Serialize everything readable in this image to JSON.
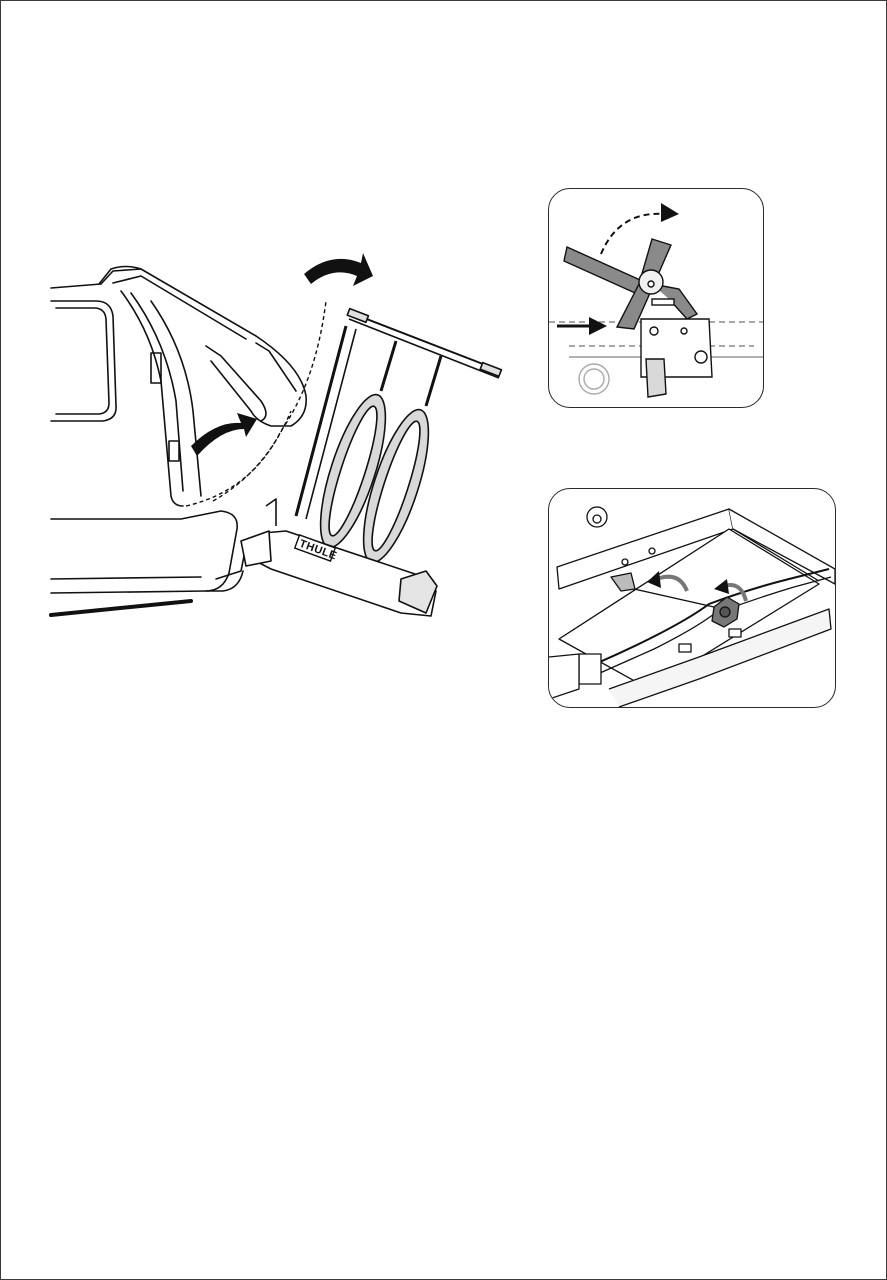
{
  "document": {
    "type": "assembly-instruction-page",
    "background": "#ffffff",
    "border_color": "#3a3a3a"
  },
  "main_illustration": {
    "subject": "car-rear-with-tilting-bike-carrier",
    "brand_label": "THULE",
    "arrows": [
      {
        "name": "tailgate-open-arrow",
        "direction": "clockwise-up"
      },
      {
        "name": "carrier-tilt-arrow",
        "direction": "clockwise-right"
      }
    ],
    "bike_count": 2,
    "colors": {
      "line": "#111111",
      "fill_gray": "#d9d9d9",
      "arrow": "#111111"
    }
  },
  "inset_1": {
    "subject": "tilt-lever-release-detail",
    "arrows": [
      {
        "name": "push-arrow",
        "direction": "right"
      },
      {
        "name": "rotate-dashed-arrow",
        "direction": "clockwise"
      }
    ]
  },
  "inset_2": {
    "subject": "underside-knob-and-cable-detail",
    "arrows": [
      {
        "name": "curved-arrow-left",
        "direction": "left"
      },
      {
        "name": "curved-arrow-right",
        "direction": "left"
      }
    ]
  }
}
